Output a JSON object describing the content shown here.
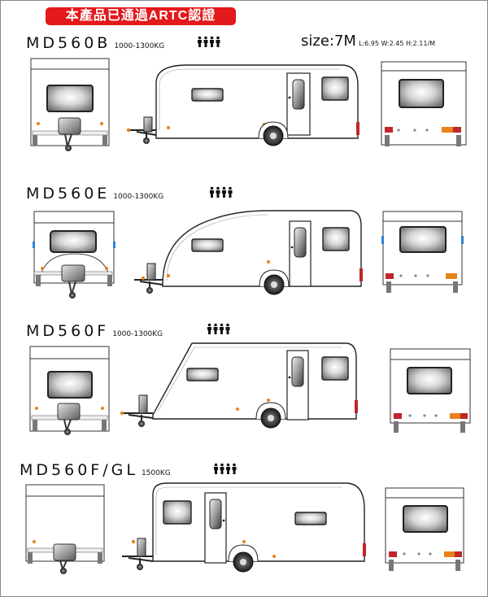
{
  "header": {
    "certification_badge": "本產品已通過ARTC認證"
  },
  "size": {
    "label": "size:7M",
    "dimensions": "L:6.95 W:2.45 H:2.11/M"
  },
  "models": [
    {
      "name": "MD560B",
      "weight": "1000-1300KG"
    },
    {
      "name": "MD560E",
      "weight": "1000-1300KG"
    },
    {
      "name": "MD560F",
      "weight": "1000-1300KG"
    },
    {
      "name": "MD560F/GL",
      "weight": "1500KG"
    }
  ],
  "colors": {
    "badge": "#e3191c",
    "light_amber": "#e8821a",
    "light_red": "#c0262a",
    "light_blue": "#2c82d6"
  }
}
